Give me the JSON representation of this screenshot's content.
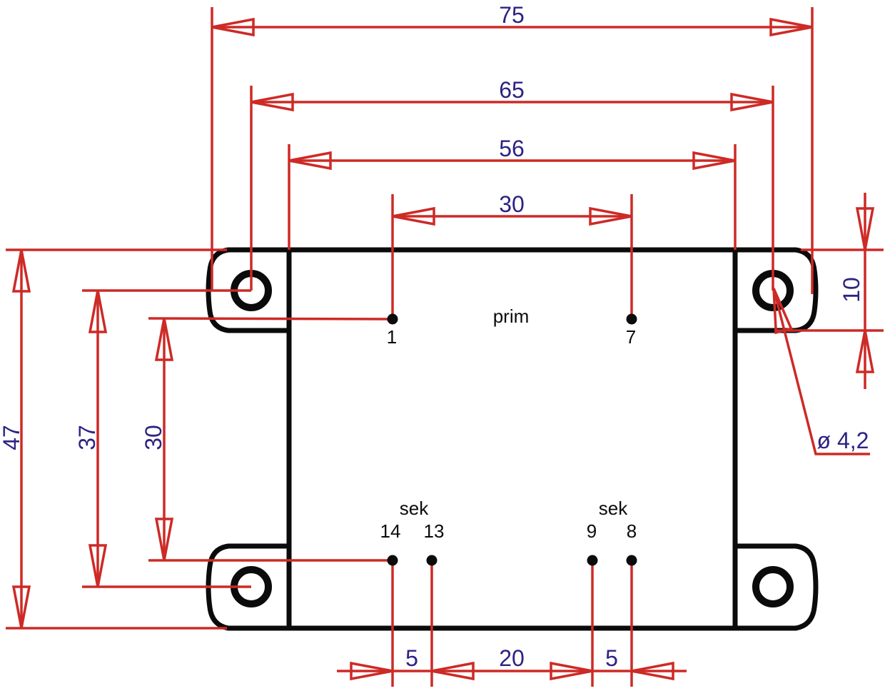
{
  "drawing": {
    "description": "Dimension drawing of a PCB-mount transformer footprint with four mounting tabs and solder pins",
    "colors": {
      "dimension_line": "#cd2a26",
      "dimension_text": "#2c2383",
      "part_outline": "#0b0b0b",
      "background": "#ffffff"
    },
    "horizontal_dims": {
      "overall_width": "75",
      "mounting_hole_span": "65",
      "body_width": "56",
      "prim_pin_pitch": "30"
    },
    "vertical_dims": {
      "body_height": "47",
      "mounting_hole_span": "37",
      "pin_row_span": "30",
      "tab_height": "10"
    },
    "bottom_chain_dims": {
      "sek_left_pitch": "5",
      "sek_group_gap": "20",
      "sek_right_pitch": "5"
    },
    "hole_note": "ø 4,2",
    "labels": {
      "primary": "prim",
      "secondary_left": "sek",
      "secondary_right": "sek",
      "pin1": "1",
      "pin7": "7",
      "pin14": "14",
      "pin13": "13",
      "pin9": "9",
      "pin8": "8"
    }
  }
}
